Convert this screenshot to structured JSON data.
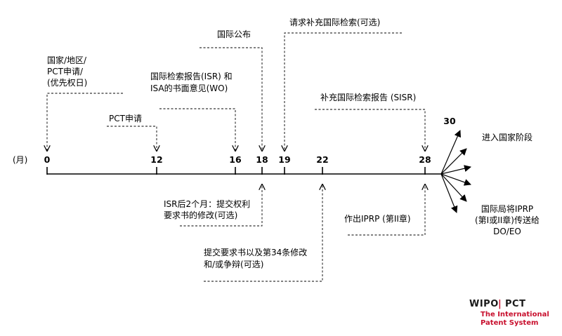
{
  "diagram": {
    "unit_label": "(月)",
    "ticks": [
      {
        "id": "m0",
        "label": "0"
      },
      {
        "id": "m12",
        "label": "12"
      },
      {
        "id": "m16",
        "label": "16"
      },
      {
        "id": "m18",
        "label": "18"
      },
      {
        "id": "m19",
        "label": "19"
      },
      {
        "id": "m22",
        "label": "22"
      },
      {
        "id": "m28",
        "label": "28"
      },
      {
        "id": "m30",
        "label": "30"
      }
    ],
    "events_above": {
      "priority_filing": [
        "国家/地区/",
        "PCT申请/",
        "(优先权日)"
      ],
      "pct_filing": [
        "PCT申请"
      ],
      "isr_wo": [
        "国际检索报告(ISR) 和",
        "ISA的书面意见(WO)"
      ],
      "intl_publication": [
        "国际公布"
      ],
      "supp_search_request": [
        "请求补充国际检索(可选)"
      ],
      "sisr": [
        "补充国际检索报告 (SISR)"
      ]
    },
    "events_below": {
      "claims_amendment": [
        "ISR后2个月：提交权利",
        "要求书的修改(可选)"
      ],
      "demand": [
        "提交要求书以及第34条修改",
        "和/或争辩(可选)"
      ],
      "iprp_ch2": [
        "作出IPRP (第II章)"
      ]
    },
    "national_phase": [
      "进入国家阶段"
    ],
    "iprp_transmit": [
      "国际局将IPRP",
      "(第I或II章)传送给",
      "DO/EO"
    ]
  },
  "branding": {
    "wipo": "WIPO",
    "separator": "|",
    "pct": "PCT",
    "system_line1": "The International",
    "system_line2": "Patent System"
  }
}
